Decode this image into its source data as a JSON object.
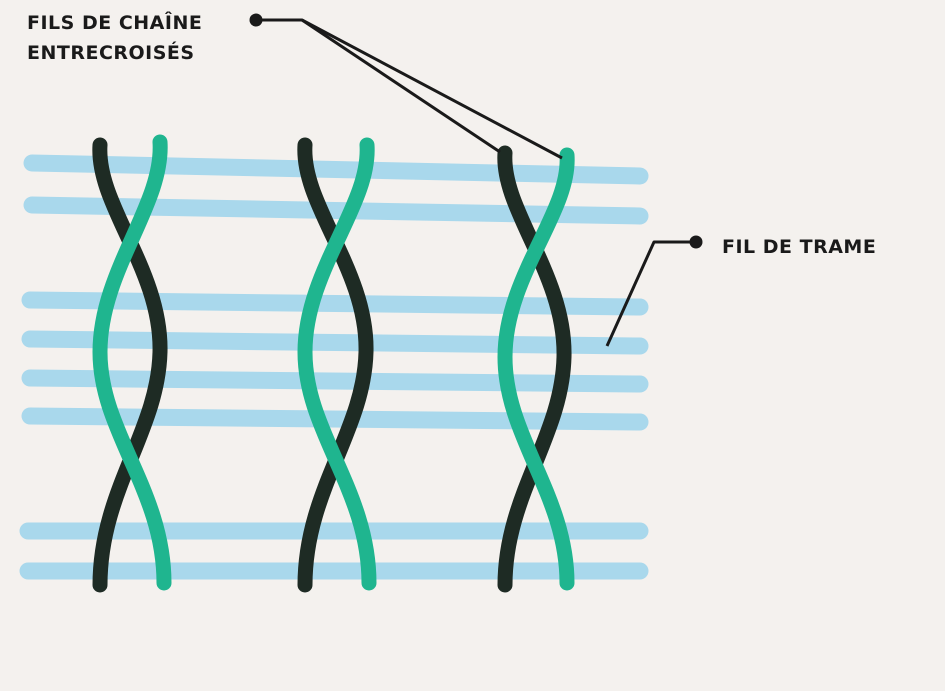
{
  "labels": {
    "warp_line1": "FILS DE CHAÎNE",
    "warp_line2": "ENTRECROISÉS",
    "weft": "FIL DE TRAME"
  },
  "colors": {
    "background": "#f4f1ee",
    "weft": "#a9d8ec",
    "warp_dark": "#1e2b24",
    "warp_green": "#1fb58f",
    "callout": "#1a1a1a"
  }
}
